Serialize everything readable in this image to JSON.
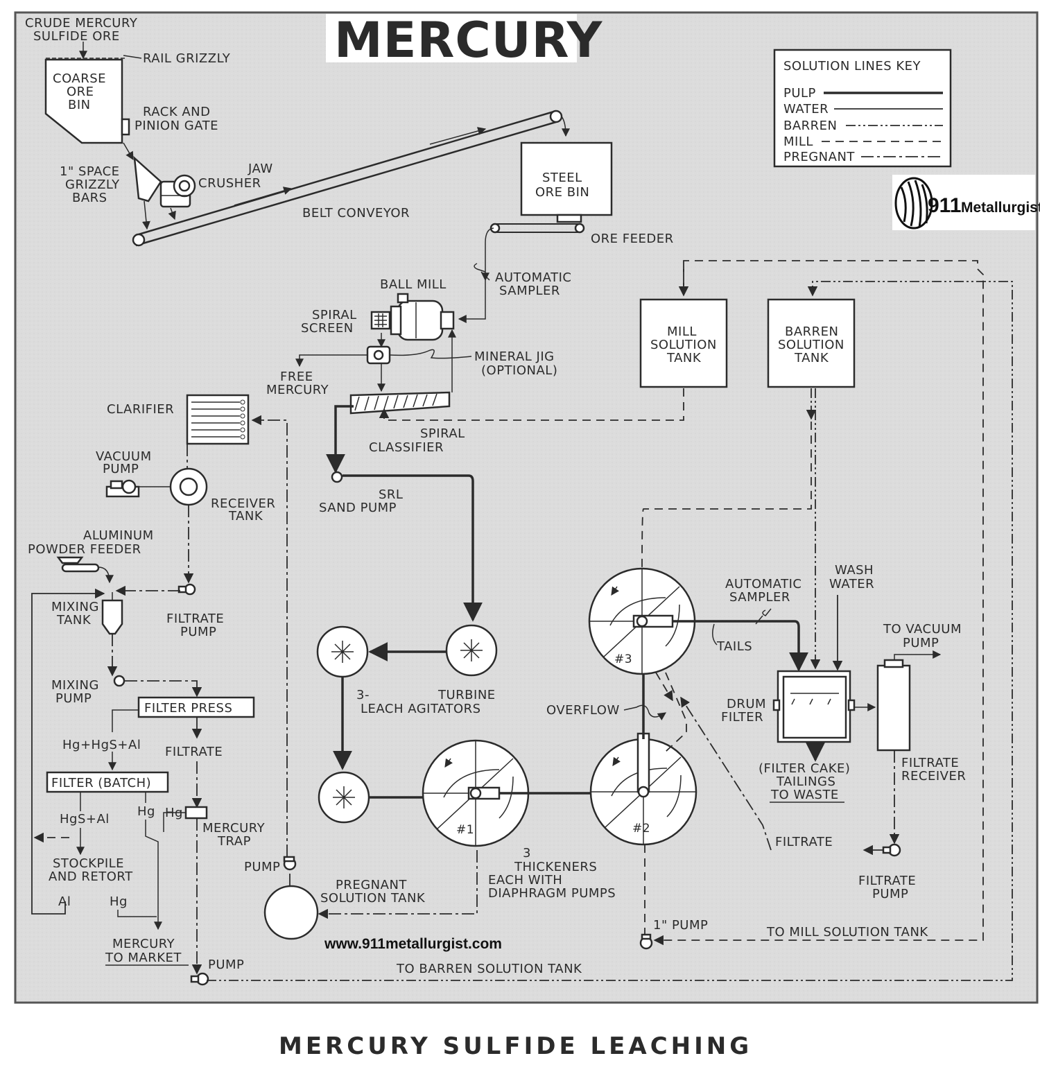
{
  "title": "MERCURY",
  "caption": "MERCURY SULFIDE LEACHING",
  "website": "www.911metallurgist.com",
  "logo": {
    "number": "911",
    "word": "Metallurgist"
  },
  "key": {
    "title": "SOLUTION LINES KEY",
    "items": [
      "PULP",
      "WATER",
      "BARREN",
      "MILL",
      "PREGNANT"
    ]
  },
  "labels": {
    "crude_ore_1": "CRUDE MERCURY",
    "crude_ore_2": "SULFIDE ORE",
    "rail_grizzly": "RAIL GRIZZLY",
    "coarse_bin_1": "COARSE",
    "coarse_bin_2": "ORE",
    "coarse_bin_3": "BIN",
    "rack_gate_1": "RACK AND",
    "rack_gate_2": "PINION GATE",
    "space_grizzly_1": "1\" SPACE",
    "space_grizzly_2": "GRIZZLY",
    "space_grizzly_3": "BARS",
    "jaw": "JAW",
    "crusher": "CRUSHER",
    "belt_conveyor": "BELT CONVEYOR",
    "steel_bin_1": "STEEL",
    "steel_bin_2": "ORE BIN",
    "ore_feeder": "ORE FEEDER",
    "auto_sampler_1": "AUTOMATIC",
    "auto_sampler_2": "SAMPLER",
    "ball_mill": "BALL MILL",
    "spiral_screen_1": "SPIRAL",
    "spiral_screen_2": "SCREEN",
    "mineral_jig_1": "MINERAL JIG",
    "mineral_jig_2": "(OPTIONAL)",
    "free_mercury_1": "FREE",
    "free_mercury_2": "MERCURY",
    "clarifier": "CLARIFIER",
    "spiral_classifier_1": "SPIRAL",
    "spiral_classifier_2": "CLASSIFIER",
    "vacuum_pump_1": "VACUUM",
    "vacuum_pump_2": "PUMP",
    "receiver_tank_1": "RECEIVER",
    "receiver_tank_2": "TANK",
    "srl_1": "SRL",
    "srl_2": "SAND PUMP",
    "aluminum_1": "ALUMINUM",
    "aluminum_2": "POWDER FEEDER",
    "mixing_tank_1": "MIXING",
    "mixing_tank_2": "TANK",
    "filtrate_pump_1": "FILTRATE",
    "filtrate_pump_2": "PUMP",
    "mill_tank_1": "MILL",
    "mill_tank_2": "SOLUTION",
    "mill_tank_3": "TANK",
    "barren_tank_1": "BARREN",
    "barren_tank_2": "SOLUTION",
    "barren_tank_3": "TANK",
    "leach_1": "3-",
    "leach_2": "LEACH AGITATORS",
    "turbine": "TURBINE",
    "mixing_pump_1": "MIXING",
    "mixing_pump_2": "PUMP",
    "filter_press": "FILTER PRESS",
    "hg_hgs_al": "Hg+HgS+Al",
    "filtrate": "FILTRATE",
    "filter_batch": "FILTER (BATCH)",
    "hgs_al": "HgS+Al",
    "hg": "Hg",
    "hg2": "Hg",
    "mercury_trap_1": "MERCURY",
    "mercury_trap_2": "TRAP",
    "stockpile_1": "STOCKPILE",
    "stockpile_2": "AND RETORT",
    "al": "Al",
    "hg3": "Hg",
    "pump_preg": "PUMP",
    "preg_tank_1": "PREGNANT",
    "preg_tank_2": "SOLUTION TANK",
    "mercury_market_1": "MERCURY",
    "mercury_market_2": "TO MARKET",
    "pump_bottom": "PUMP",
    "to_barren": "TO BARREN SOLUTION TANK",
    "thickeners_1": "3",
    "thickeners_2": "THICKENERS",
    "thickeners_3": "EACH WITH",
    "thickeners_4": "DIAPHRAGM PUMPS",
    "overflow": "OVERFLOW",
    "thick1": "#1",
    "thick2": "#2",
    "thick3": "#3",
    "auto_sampler2_1": "AUTOMATIC",
    "auto_sampler2_2": "SAMPLER",
    "wash_1": "WASH",
    "wash_2": "WATER",
    "tails": "TAILS",
    "to_vacuum_1": "TO VACUUM",
    "to_vacuum_2": "PUMP",
    "drum_1": "DRUM",
    "drum_2": "FILTER",
    "filter_cake_1": "(FILTER CAKE)",
    "filter_cake_2": "TAILINGS",
    "filter_cake_3": "TO WASTE",
    "filtrate_receiver_1": "FILTRATE",
    "filtrate_receiver_2": "RECEIVER",
    "filtrate2": "FILTRATE",
    "filtrate_pump2_1": "FILTRATE",
    "filtrate_pump2_2": "PUMP",
    "one_inch_pump": "1\" PUMP",
    "to_mill_tank": "TO MILL SOLUTION TANK"
  }
}
